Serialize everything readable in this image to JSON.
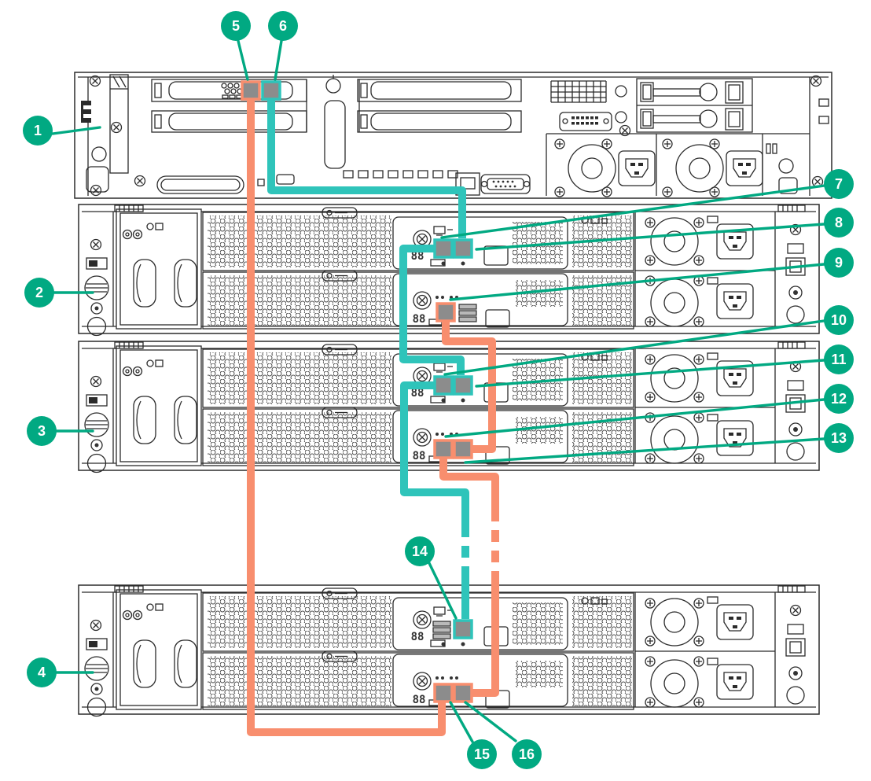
{
  "diagram": {
    "type": "server-storage-cabling-rear-view",
    "io_display_value": "88",
    "colors": {
      "callout_green": "#01A982",
      "cable_teal": "#2FC4BA",
      "cable_orange": "#F88E6E",
      "port_fill": "#8C8C8C",
      "line_art": "#2B2B2B"
    },
    "callouts": [
      {
        "label": "1",
        "target": "server-rear"
      },
      {
        "label": "2",
        "target": "disk-enclosure-1-rear"
      },
      {
        "label": "3",
        "target": "disk-enclosure-2-rear"
      },
      {
        "label": "4",
        "target": "disk-enclosure-3-rear"
      },
      {
        "label": "5",
        "target": "server-hba-port-1"
      },
      {
        "label": "6",
        "target": "server-hba-port-2"
      },
      {
        "label": "7",
        "target": "enclosure-1-top-io-module-port-1"
      },
      {
        "label": "8",
        "target": "enclosure-1-top-io-module-port-2"
      },
      {
        "label": "9",
        "target": "enclosure-1-bottom-io-module-port"
      },
      {
        "label": "10",
        "target": "enclosure-2-top-io-module-port-1"
      },
      {
        "label": "11",
        "target": "enclosure-2-top-io-module-port-2"
      },
      {
        "label": "12",
        "target": "enclosure-2-bottom-io-module-port-1"
      },
      {
        "label": "13",
        "target": "enclosure-2-bottom-io-module-port-2"
      },
      {
        "label": "14",
        "target": "enclosure-3-top-io-module-port"
      },
      {
        "label": "15",
        "target": "enclosure-3-bottom-io-module-port-1"
      },
      {
        "label": "16",
        "target": "enclosure-3-bottom-io-module-port-2"
      }
    ],
    "cables": [
      {
        "id": "cable-1",
        "color": "orange",
        "style": "solid",
        "from": "callout-5",
        "to": "callout-15"
      },
      {
        "id": "cable-2",
        "color": "teal",
        "style": "solid",
        "from": "callout-6",
        "to": "callout-8"
      },
      {
        "id": "cable-3",
        "color": "teal",
        "style": "solid",
        "from": "callout-7",
        "to": "callout-11"
      },
      {
        "id": "cable-4",
        "color": "teal",
        "style": "partially-dashed",
        "from": "callout-10",
        "to": "callout-14"
      },
      {
        "id": "cable-5",
        "color": "orange",
        "style": "solid",
        "from": "callout-9",
        "to": "callout-13"
      },
      {
        "id": "cable-6",
        "color": "orange",
        "style": "partially-dashed",
        "from": "callout-12",
        "to": "callout-16"
      }
    ]
  }
}
